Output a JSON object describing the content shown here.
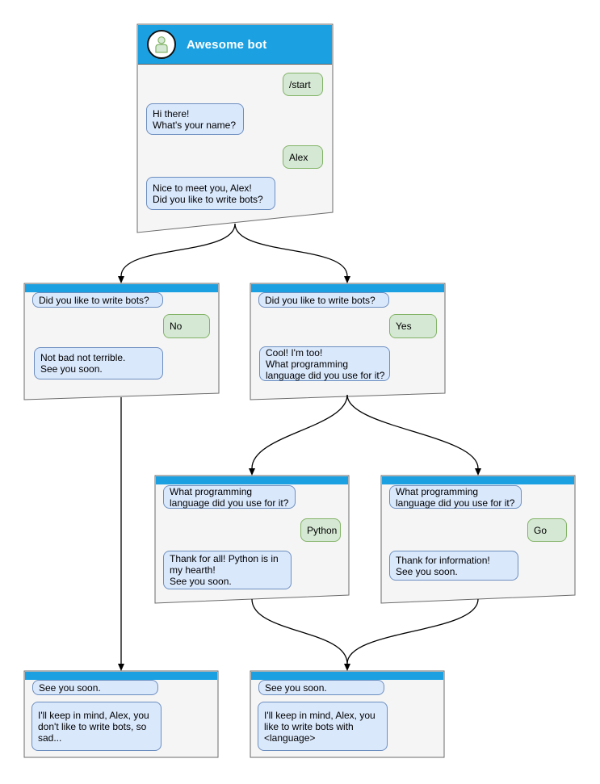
{
  "diagram_type": "chatbot-conversation-flowchart",
  "colors": {
    "header": "#1ba1e2",
    "card_fill": "#f5f5f5",
    "card_stroke": "#6b6b6b",
    "bot_bubble_fill": "#dae8fc",
    "bot_bubble_stroke": "#6c8ebf",
    "user_bubble_fill": "#d5e8d4",
    "user_bubble_stroke": "#82b366",
    "arrow": "#000000",
    "title_text": "#ffffff"
  },
  "icons": {
    "bot_avatar": "person-in-circle"
  },
  "cards": {
    "root": {
      "title": "Awesome bot",
      "messages": [
        {
          "from": "user",
          "text": "/start"
        },
        {
          "from": "bot",
          "text": "Hi there!\nWhat's your name?"
        },
        {
          "from": "user",
          "text": "Alex"
        },
        {
          "from": "bot",
          "text": "Nice to meet you, Alex!\nDid you like to write bots?"
        }
      ]
    },
    "branch_no": {
      "messages": [
        {
          "from": "bot",
          "text": "Did you like to write bots?"
        },
        {
          "from": "user",
          "text": "No"
        },
        {
          "from": "bot",
          "text": "Not bad not terrible.\nSee you soon."
        }
      ]
    },
    "branch_yes": {
      "messages": [
        {
          "from": "bot",
          "text": "Did you like to write bots?"
        },
        {
          "from": "user",
          "text": "Yes"
        },
        {
          "from": "bot",
          "text": "Cool! I'm too!\nWhat programming\nlanguage did you use for it?"
        }
      ]
    },
    "branch_python": {
      "messages": [
        {
          "from": "bot",
          "text": "What programming\nlanguage did you use for it?"
        },
        {
          "from": "user",
          "text": "Python"
        },
        {
          "from": "bot",
          "text": "Thank for all! Python is in\nmy hearth!\nSee you soon."
        }
      ]
    },
    "branch_go": {
      "messages": [
        {
          "from": "bot",
          "text": "What programming\nlanguage did you use for it?"
        },
        {
          "from": "user",
          "text": "Go"
        },
        {
          "from": "bot",
          "text": "Thank for information!\nSee you soon."
        }
      ]
    },
    "end_no": {
      "messages": [
        {
          "from": "bot",
          "text": "See you soon."
        },
        {
          "from": "bot",
          "text": "I'll keep in mind, Alex, you\ndon't like to write bots, so\nsad..."
        }
      ]
    },
    "end_yes": {
      "messages": [
        {
          "from": "bot",
          "text": "See you soon."
        },
        {
          "from": "bot",
          "text": "I'll keep in mind, Alex, you\nlike to write bots with\n<language>"
        }
      ]
    }
  }
}
